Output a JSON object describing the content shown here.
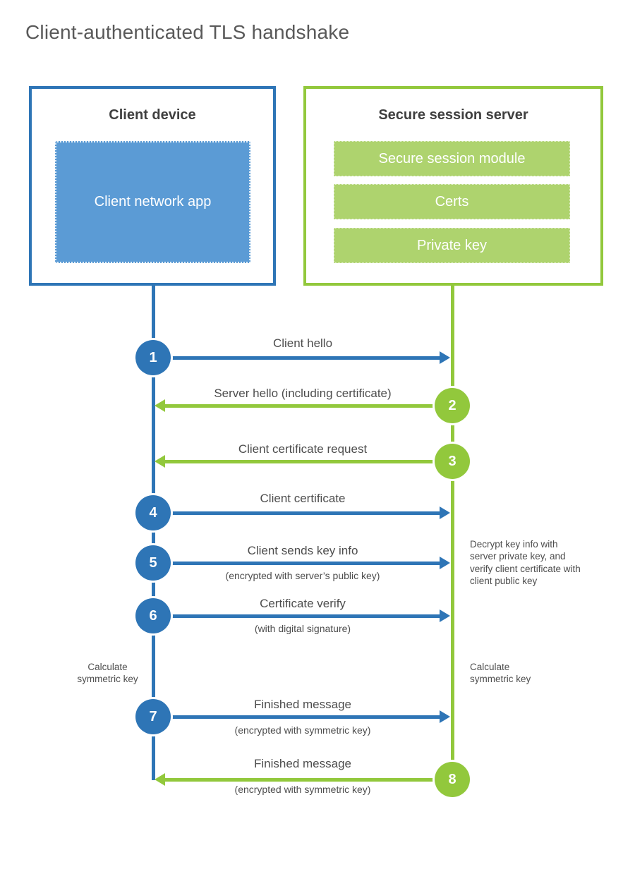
{
  "title": "Client-authenticated TLS handshake",
  "colors": {
    "blue_dark": "#2E75B6",
    "blue_light": "#5B9BD5",
    "green_dark": "#92C83C",
    "green_light": "#AED36E",
    "heading_text": "#3F3F3F",
    "body_text": "#4D4D4D",
    "title_text": "#595959"
  },
  "client": {
    "title": "Client device",
    "app_label": "Client network app"
  },
  "server": {
    "title": "Secure session server",
    "modules": [
      "Secure session module",
      "Certs",
      "Private key"
    ]
  },
  "steps": [
    {
      "num": "1",
      "label": "Client hello",
      "sub": "",
      "direction": "client-to-server"
    },
    {
      "num": "2",
      "label": "Server hello (including certificate)",
      "sub": "",
      "direction": "server-to-client"
    },
    {
      "num": "3",
      "label": "Client certificate request",
      "sub": "",
      "direction": "server-to-client"
    },
    {
      "num": "4",
      "label": "Client certificate",
      "sub": "",
      "direction": "client-to-server"
    },
    {
      "num": "5",
      "label": "Client sends key info",
      "sub": "(encrypted with server’s public key)",
      "direction": "client-to-server"
    },
    {
      "num": "6",
      "label": "Certificate verify",
      "sub": "(with digital signature)",
      "direction": "client-to-server"
    },
    {
      "num": "7",
      "label": "Finished message",
      "sub": "(encrypted with symmetric key)",
      "direction": "client-to-server"
    },
    {
      "num": "8",
      "label": "Finished message",
      "sub": "(encrypted with symmetric key)",
      "direction": "server-to-client"
    }
  ],
  "notes": {
    "server_decrypt": "Decrypt key info with server private key, and verify client certificate with client public key",
    "client_calc": "Calculate symmetric key",
    "server_calc": "Calculate symmetric key"
  }
}
